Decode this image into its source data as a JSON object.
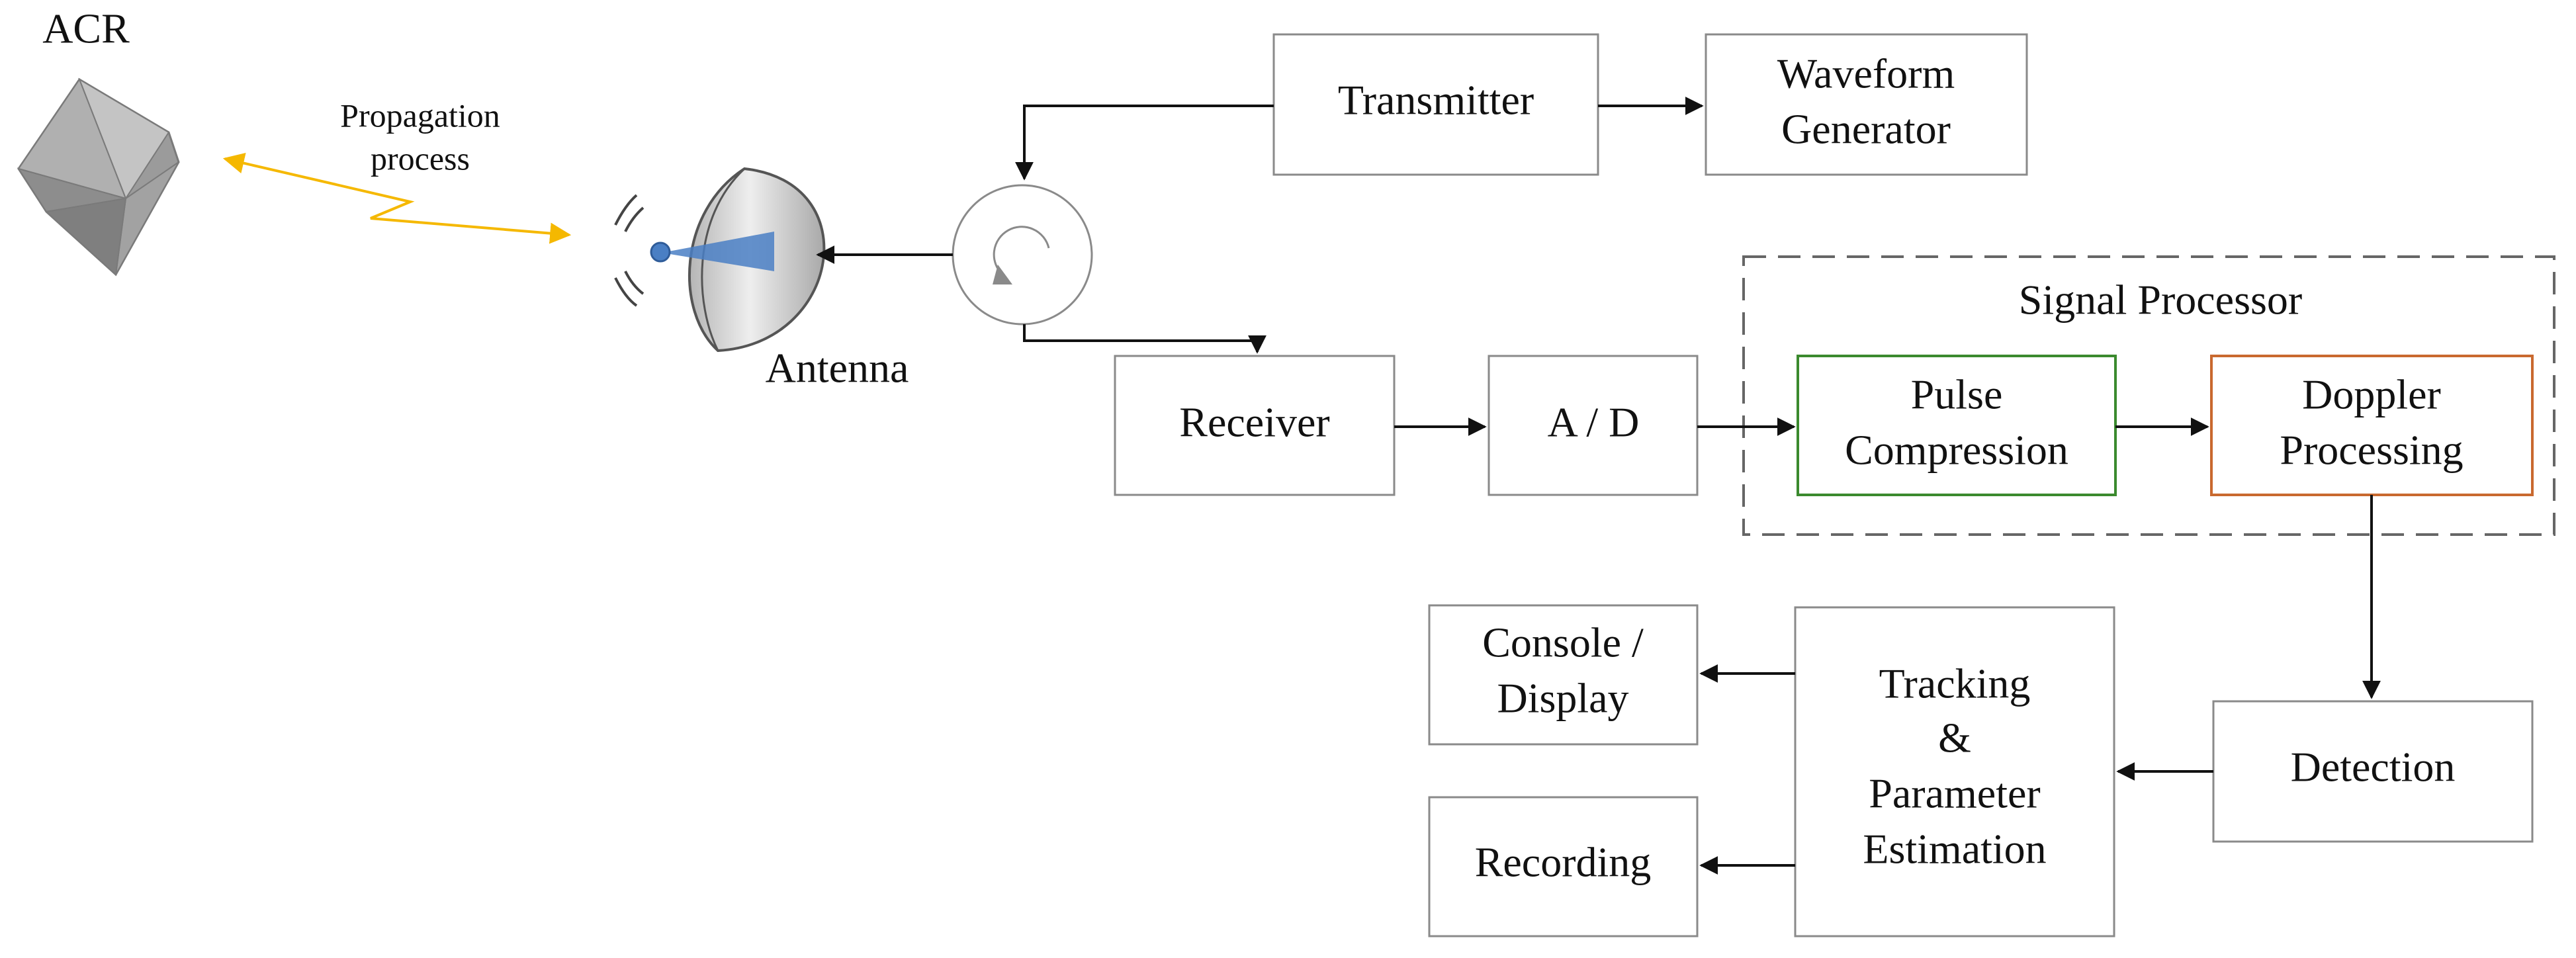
{
  "target": {
    "label": "ACR"
  },
  "propagation": {
    "line1": "Propagation",
    "line2": "process"
  },
  "antenna": {
    "label": "Antenna"
  },
  "transmitter": {
    "label": "Transmitter"
  },
  "waveform_generator": {
    "line1": "Waveform",
    "line2": "Generator"
  },
  "receiver": {
    "label": "Receiver"
  },
  "ad": {
    "label": "A / D"
  },
  "signal_processor": {
    "label": "Signal Processor"
  },
  "pulse_compression": {
    "line1": "Pulse",
    "line2": "Compression"
  },
  "doppler_processing": {
    "line1": "Doppler",
    "line2": "Processing"
  },
  "detection": {
    "label": "Detection"
  },
  "tracking": {
    "line1": "Tracking",
    "line2": "&",
    "line3": "Parameter",
    "line4": "Estimation"
  },
  "console": {
    "line1": "Console /",
    "line2": "Display"
  },
  "recording": {
    "label": "Recording"
  },
  "colors": {
    "propagation_arrow": "#f5b800",
    "pulse_compression_border": "#3b8a2e",
    "doppler_processing_border": "#c9692f",
    "beam": "#4a7fc4"
  }
}
